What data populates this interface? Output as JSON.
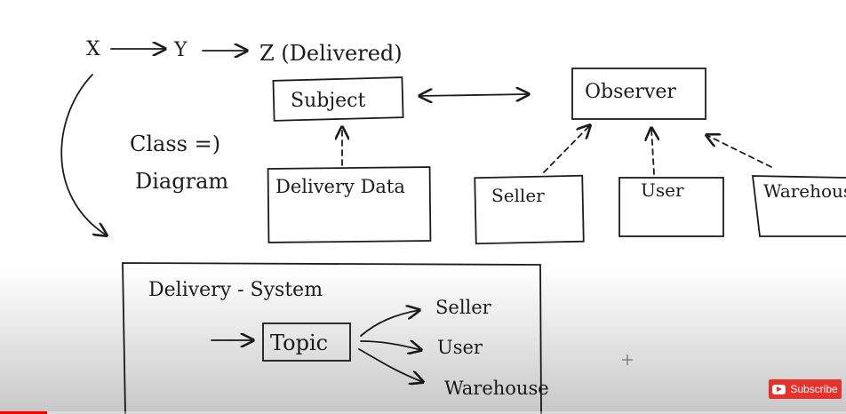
{
  "flow": {
    "x": "X",
    "y": "Y",
    "z": "Z (Delivered)"
  },
  "side_label": {
    "line1": "Class =)",
    "line2": "Diagram"
  },
  "class_diagram": {
    "subject": "Subject",
    "observer": "Observer",
    "delivery_data": "Delivery Data",
    "observers": [
      "Seller",
      "User",
      "Warehouse"
    ]
  },
  "system_box": {
    "title": "Delivery - System",
    "topic": "Topic",
    "targets": [
      "Seller",
      "User",
      "Warehouse"
    ]
  },
  "player": {
    "subscribe_label": "Subscribe"
  },
  "colors": {
    "ink": "#1c1c1c",
    "subscribe_bg": "#e6322d",
    "progress": "#ff0000"
  }
}
